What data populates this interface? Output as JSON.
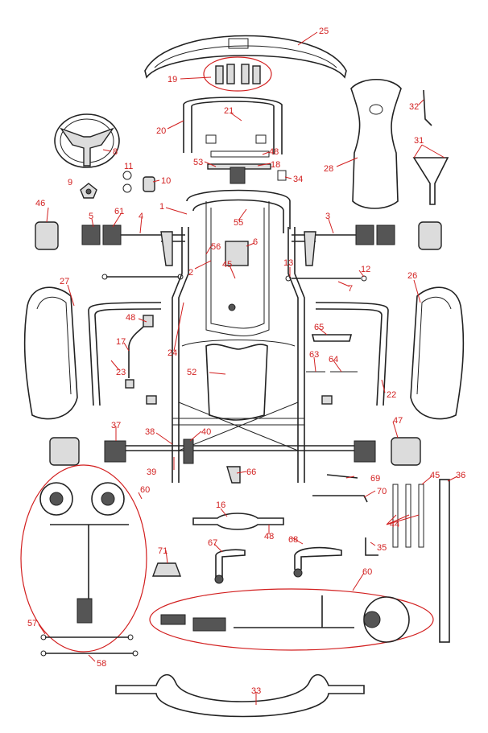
{
  "colors": {
    "callout": "#d21f1f",
    "line": "#222222",
    "fill": "#dcdcdc"
  },
  "callouts": {
    "c1": "1",
    "c2": "2",
    "c3": "3",
    "c4": "4",
    "c5": "5",
    "c6": "6",
    "c7": "7",
    "c8": "8",
    "c9": "9",
    "c10": "10",
    "c11": "11",
    "c12": "12",
    "c13": "13",
    "c16": "16",
    "c17": "17",
    "c18": "18",
    "c19": "19",
    "c20": "20",
    "c21": "21",
    "c22": "22",
    "c23": "23",
    "c24": "24",
    "c25": "25",
    "c26": "26",
    "c27": "27",
    "c28": "28",
    "c31": "31",
    "c32": "32",
    "c33": "33",
    "c34": "34",
    "c35": "35",
    "c36": "36",
    "c37": "37",
    "c38": "38",
    "c39": "39",
    "c40": "40",
    "c44": "44",
    "c45a": "45",
    "c45b": "45",
    "c46": "46",
    "c47": "47",
    "c48a": "48",
    "c48b": "48",
    "c48c": "48",
    "c52": "52",
    "c53": "53",
    "c55": "55",
    "c56": "56",
    "c57": "57",
    "c58": "58",
    "c60a": "60",
    "c60b": "60",
    "c61": "61",
    "c63": "63",
    "c64": "64",
    "c65": "65",
    "c66": "66",
    "c67": "67",
    "c68": "68",
    "c69": "69",
    "c70": "70",
    "c71": "71"
  }
}
